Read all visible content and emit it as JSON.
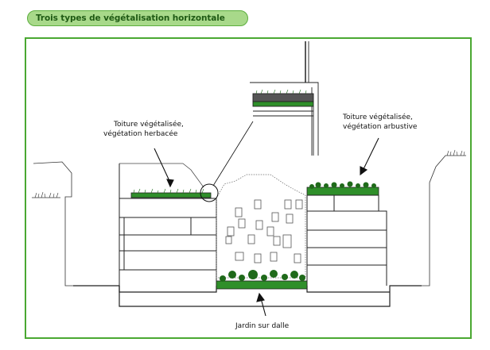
{
  "title": "Trois types de végétalisation horizontale",
  "labels": {
    "herbacee_line1": "Toiture végétalisée,",
    "herbacee_line2": "végétation herbacée",
    "arbustive_line1": "Toiture végétalisée,",
    "arbustive_line2": "végétation arbustive",
    "jardin": "Jardin sur dalle"
  },
  "colors": {
    "badge_fill": "#a8d98a",
    "badge_border": "#5cae3e",
    "frame_border": "#4aa832",
    "vegetation": "#2f8f2a"
  }
}
